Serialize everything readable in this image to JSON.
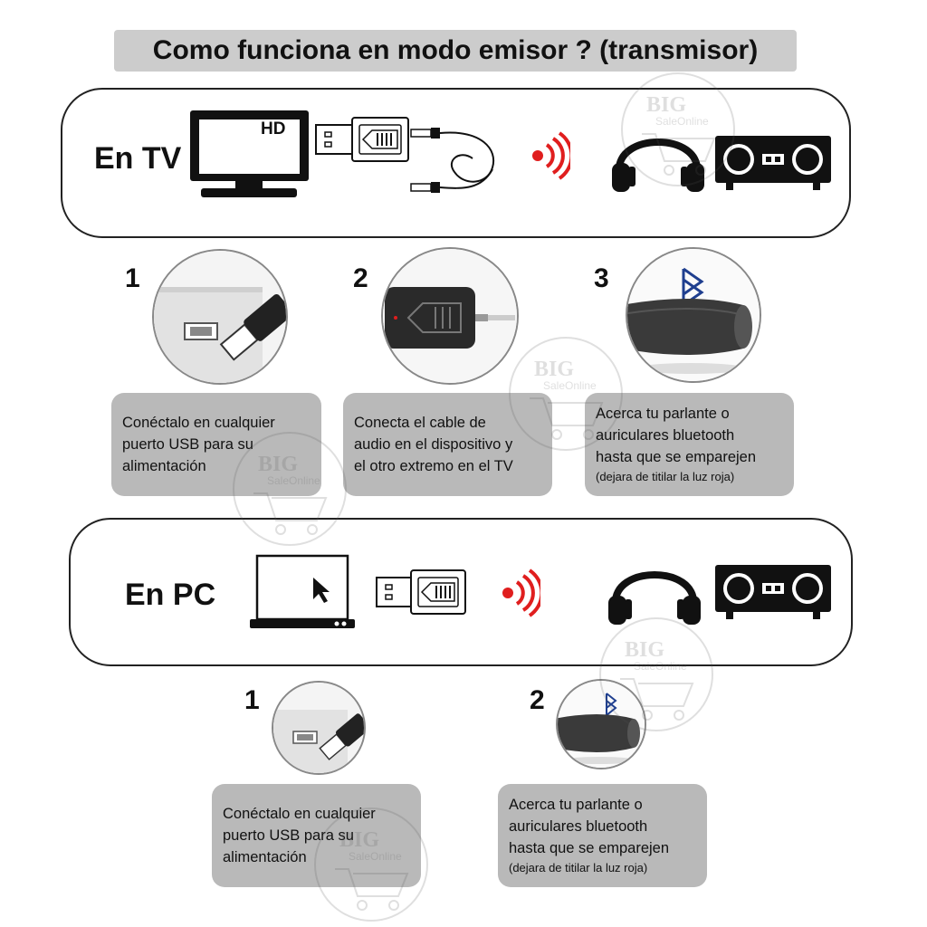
{
  "title": "Como funciona en modo emisor ? (transmisor)",
  "watermark": "BIG SaleOnline",
  "tv_section": {
    "label": "En TV",
    "tv_badge": "HD",
    "steps": [
      {
        "number": "1",
        "text_lines": [
          "Conéctalo en cualquier",
          "puerto USB para su",
          "alimentación"
        ]
      },
      {
        "number": "2",
        "text_lines": [
          "Conecta el cable de",
          "audio en el dispositivo y",
          "el otro extremo en el TV"
        ]
      },
      {
        "number": "3",
        "text_lines": [
          "Acerca tu parlante o",
          "auriculares bluetooth",
          "hasta que se emparejen"
        ],
        "note": "(dejara de titilar la luz roja)"
      }
    ]
  },
  "pc_section": {
    "label": "En PC",
    "steps": [
      {
        "number": "1",
        "text_lines": [
          "Conéctalo en cualquier",
          "puerto USB para su",
          "alimentación"
        ]
      },
      {
        "number": "2",
        "text_lines": [
          "Acerca tu parlante o",
          "auriculares bluetooth",
          "hasta que se emparejen"
        ],
        "note": "(dejara de titilar la luz roja)"
      }
    ]
  },
  "colors": {
    "signal": "#e01e1e",
    "bluetooth": "#1f3f8f",
    "box": "#b9b9b9",
    "title_bg": "#cccccc"
  }
}
